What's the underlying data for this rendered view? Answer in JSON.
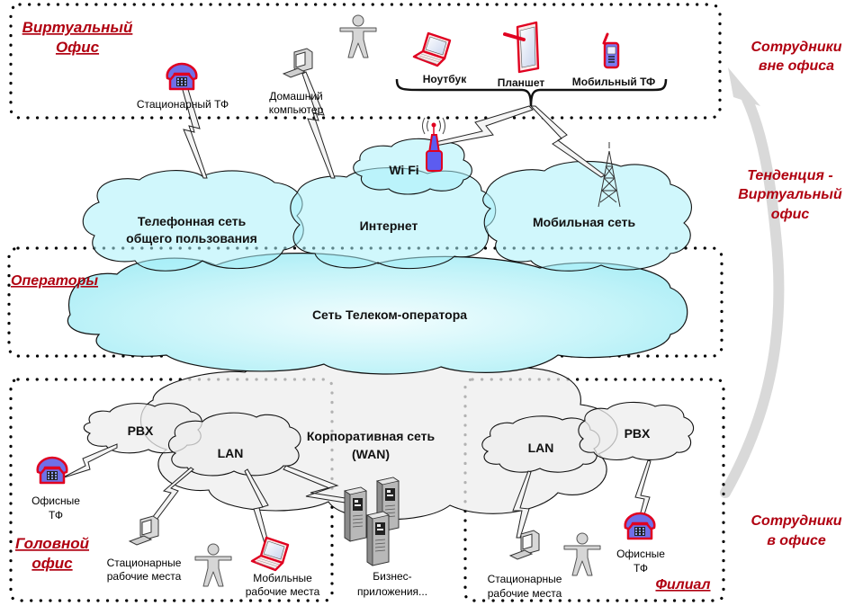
{
  "zones": {
    "virtual_office": "Виртуальный Офис",
    "virtual_office_line1": "Виртуальный",
    "virtual_office_line2": "Офис",
    "operators": "Операторы",
    "head_office_line1": "Головной",
    "head_office_line2": "офис",
    "branch": "Филиал"
  },
  "side_labels": {
    "outside_line1": "Сотрудники",
    "outside_line2": "вне офиса",
    "trend_line1": "Тенденция -",
    "trend_line2": "Виртуальный",
    "trend_line3": "офис",
    "inside_line1": "Сотрудники",
    "inside_line2": "в офисе"
  },
  "virtual_devices": {
    "landline": "Стационарный  ТФ",
    "home_pc_line1": "Домашний",
    "home_pc_line2": "компьютер",
    "laptop": "Ноутбук",
    "tablet": "Планшет",
    "mobile": "Мобильный ТФ"
  },
  "networks": {
    "pstn_line1": "Телефонная сеть",
    "pstn_line2": "общего пользования",
    "internet": "Интернет",
    "wifi": "Wi Fi",
    "mobile": "Мобильная сеть",
    "telecom": "Сеть Телеком-оператора",
    "wan_line1": "Корпоративная сеть",
    "wan_line2": "(WAN)"
  },
  "head_office": {
    "pbx": "PBX",
    "lan": "LAN",
    "phones_line1": "Офисные",
    "phones_line2": "ТФ",
    "workstations_line1": "Стационарные",
    "workstations_line2": "рабочие места",
    "mobile_ws_line1": "Мобильные",
    "mobile_ws_line2": "рабочие места",
    "business_apps_line1": "Бизнес-",
    "business_apps_line2": "приложения..."
  },
  "branch": {
    "lan": "LAN",
    "pbx": "PBX",
    "workstations_line1": "Стационарные",
    "workstations_line2": "рабочие места",
    "phones_line1": "Офисные",
    "phones_line2": "ТФ"
  },
  "colors": {
    "zone_label": "#b00010",
    "cloud_blue": "#b8f2f8",
    "cloud_grey": "#eeeeee",
    "trend_arrow": "#d9d9d9",
    "device_outline": "#e00020",
    "device_fill": "#7a7af0"
  }
}
